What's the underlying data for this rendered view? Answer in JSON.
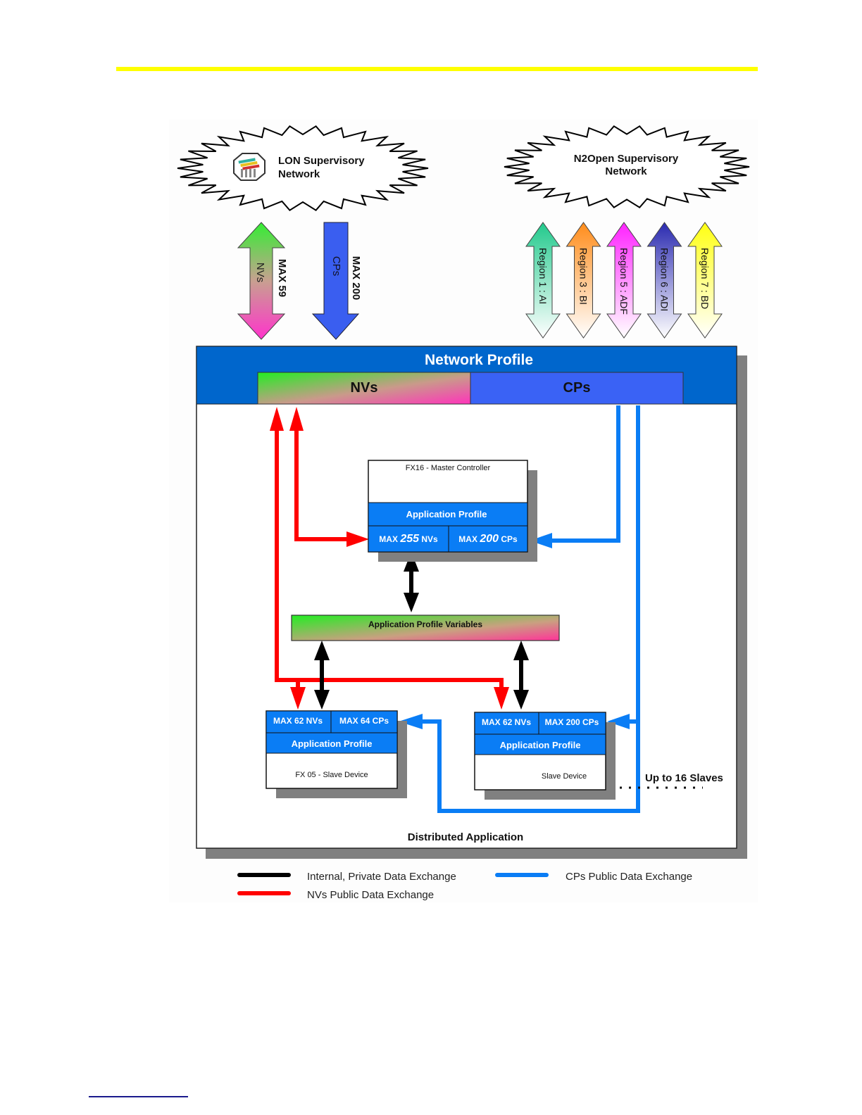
{
  "page": {
    "header_rule_color": "#ffff00",
    "footnote_rule_color": "#1a1a8c"
  },
  "networks": {
    "lon": {
      "line1": "LON Supervisory",
      "line2": "Network",
      "icon": "lonmark-logo-icon"
    },
    "n2open": {
      "line1": "N2Open Supervisory",
      "line2": "Network"
    }
  },
  "lon_arrows": {
    "nvs": {
      "label": "NVs",
      "max_label": "MAX 59",
      "direction": "bidirectional"
    },
    "cps": {
      "label": "CPs",
      "max_label": "MAX 200",
      "direction": "down"
    }
  },
  "regions": [
    {
      "label": "Region 1 : AI",
      "color": "#2ec98c"
    },
    {
      "label": "Region 3 : BI",
      "color": "#ff9a30"
    },
    {
      "label": "Region 5 : ADF",
      "color": "#ff33ff"
    },
    {
      "label": "Region 6 : ADI",
      "color": "#3a3ab8"
    },
    {
      "label": "Region 7 : BD",
      "color": "#ffff33"
    }
  ],
  "network_profile": {
    "title": "Network Profile",
    "nvs_label": "NVs",
    "cps_label": "CPs"
  },
  "master": {
    "title": "FX16 - Master Controller",
    "profile_label": "Application Profile",
    "nvs_prefix": "MAX",
    "nvs_value": "255",
    "nvs_suffix": "NVs",
    "cps_prefix": "MAX",
    "cps_value": "200",
    "cps_suffix": "CPs"
  },
  "app_profile_variables": {
    "label": "Application Profile Variables"
  },
  "slave1": {
    "nvs_label": "MAX 62 NVs",
    "cps_label": "MAX 64 CPs",
    "profile_label": "Application Profile",
    "title": "FX 05 - Slave Device"
  },
  "slave2": {
    "nvs_label": "MAX 62 NVs",
    "cps_label": "MAX 200 CPs",
    "profile_label": "Application Profile",
    "title": "Slave Device"
  },
  "slaves_note": "Up to 16 Slaves",
  "distributed_label": "Distributed Application",
  "legend": [
    {
      "label": "Internal, Private Data Exchange",
      "color": "#000000"
    },
    {
      "label": "NVs Public Data Exchange",
      "color": "#ff0000"
    },
    {
      "label": "CPs Public Data Exchange",
      "color": "#0a7df5"
    }
  ],
  "colors": {
    "profile_blue": "#0a7df5",
    "network_blue": "#0066cc",
    "cps_blue": "#3a62f5",
    "shadow_gray": "#808080",
    "nv_red": "#ff0000",
    "cp_blue": "#0a7df5"
  }
}
